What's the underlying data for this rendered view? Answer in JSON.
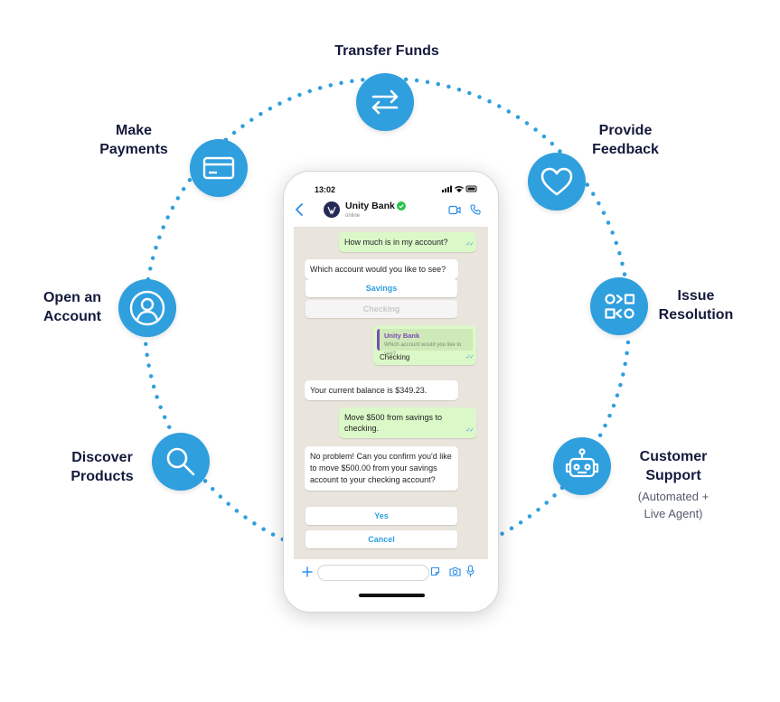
{
  "features": {
    "transfer": {
      "label": "Transfer Funds",
      "icon": "transfer-arrows-icon"
    },
    "payments": {
      "label_line1": "Make",
      "label_line2": "Payments",
      "icon": "credit-card-icon"
    },
    "feedback": {
      "label_line1": "Provide",
      "label_line2": "Feedback",
      "icon": "heart-icon"
    },
    "account": {
      "label_line1": "Open an",
      "label_line2": "Account",
      "icon": "user-icon"
    },
    "resolution": {
      "label_line1": "Issue",
      "label_line2": "Resolution",
      "icon": "shapes-icon"
    },
    "discover": {
      "label_line1": "Discover",
      "label_line2": "Products",
      "icon": "magnifier-icon"
    },
    "support": {
      "label_line1": "Customer",
      "label_line2": "Support",
      "sub_line1": "(Automated +",
      "sub_line2": "Live Agent)",
      "icon": "robot-icon"
    }
  },
  "colors": {
    "accent": "#2f9fde",
    "heading": "#141a3c",
    "outgoing_bubble": "#dbf8c8",
    "chat_bg": "#e9e4dc"
  },
  "phone": {
    "time": "13:02",
    "contact": {
      "name": "Unity Bank",
      "status": "online"
    },
    "messages": {
      "m1": "How much is in my account?",
      "m2": "Which account would you like to see?",
      "opt_savings": "Savings",
      "opt_checking": "Checking",
      "quote_name": "Unity Bank",
      "quote_text": "Which account would you like to see?",
      "m3": "Checking",
      "m4": "Your current balance is $349.23.",
      "m5": "Move $500 from savings to checking.",
      "m6": "No problem! Can you confirm you'd like to move $500.00 from your savings account to your checking account?",
      "opt_yes": "Yes",
      "opt_cancel": "Cancel"
    }
  }
}
